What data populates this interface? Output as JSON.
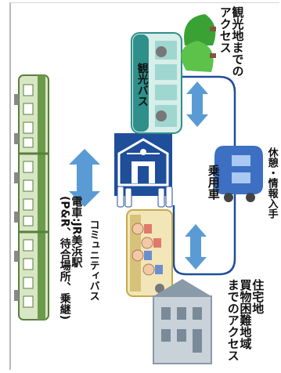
{
  "labels": {
    "tourism_access": "観光地までの\nアクセス",
    "tourism_bus": "観光バス",
    "car": "乗用車",
    "rest_info": "休憩・情報入手",
    "community_bus": "コミュニティバス",
    "train": "電車:JR美浜駅\n(P&R、待合場所、乗継)",
    "residential_access": "住宅地\n買物困難地域\nまでのアクセス"
  },
  "colors": {
    "train_green": "#6a9a4a",
    "arrow_blue": "#5b9bd5",
    "hub_blue": "#1f4e9a",
    "bus_teal": "#2f8f8a",
    "car_blue": "#3d6fc2",
    "tree_green": "#3aa135",
    "house_gray": "#8a9aa8"
  },
  "icons": [
    "train-icon",
    "tourism-bus-icon",
    "trees-icon",
    "car-icon",
    "community-bus-icon",
    "house-icon",
    "station-hub-icon"
  ]
}
